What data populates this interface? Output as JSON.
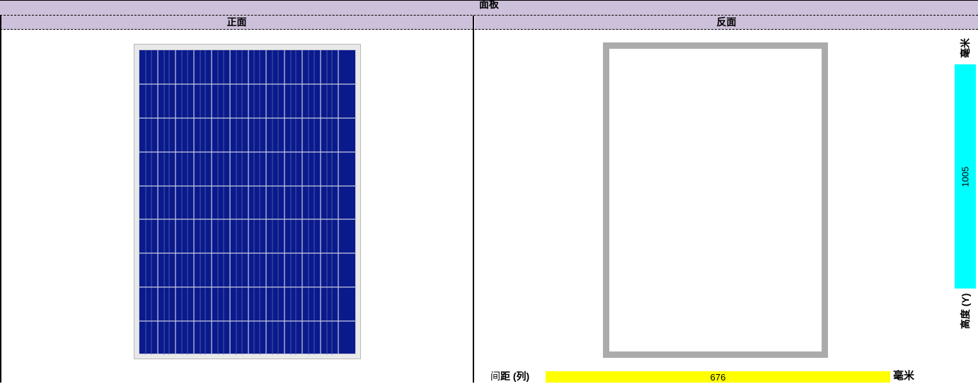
{
  "title": "面板",
  "headers": {
    "front": "正面",
    "back": "反面"
  },
  "front_panel": {
    "columns": 12,
    "rows": 9,
    "cell_color": "#0a1a8c",
    "frame_color": "#e9e9e9"
  },
  "back_panel": {
    "frame_color": "#ababab"
  },
  "spacing": {
    "label_prefix": "间",
    "label_rest": "距 (列)",
    "value": "676",
    "unit": "毫米",
    "bar_color": "#ffff00"
  },
  "height": {
    "label": "高度 (Y)",
    "value": "1005",
    "unit": "毫米",
    "bar_color": "#00ffff"
  }
}
